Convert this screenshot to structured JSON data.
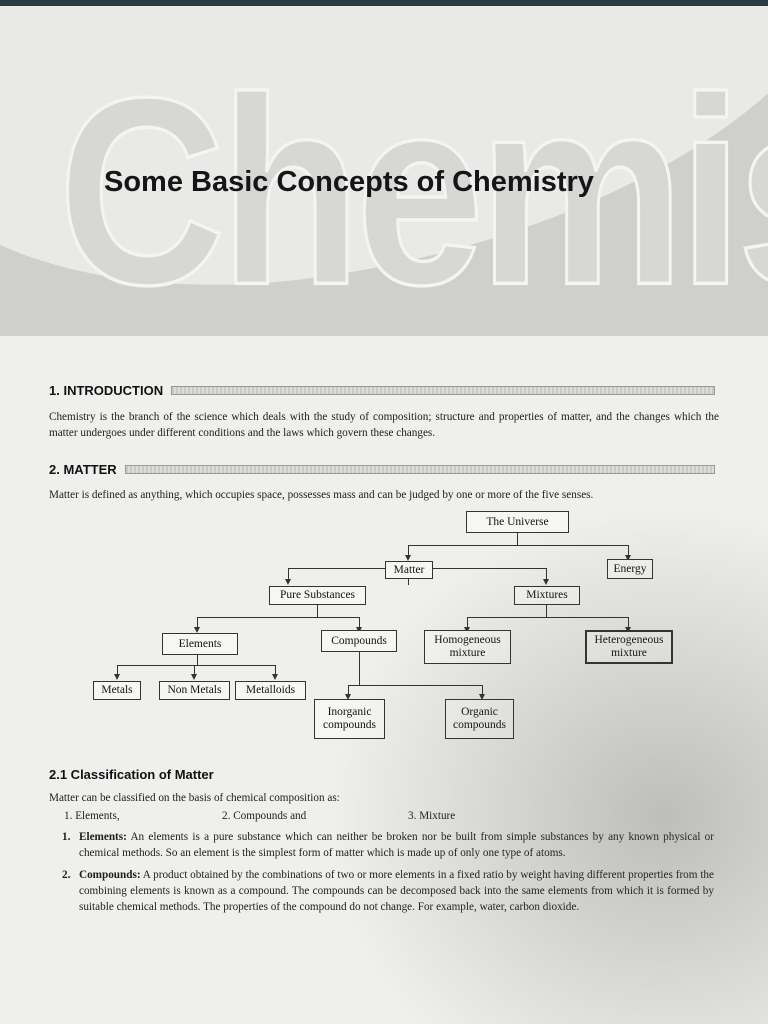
{
  "header": {
    "big_word": "Chemistry",
    "chapter_title": "Some Basic Concepts of Chemistry"
  },
  "introduction": {
    "heading": "1. INTRODUCTION",
    "text": "Chemistry is the branch of the science which deals with the study of composition; structure and properties of matter, and the changes which the matter undergoes under different conditions and the laws which govern these changes."
  },
  "matter": {
    "heading": "2. MATTER",
    "text": "Matter is defined as anything, which occupies space, possesses mass and can be judged by one or more of the five senses."
  },
  "diagram": {
    "universe": "The Universe",
    "matter": "Matter",
    "energy": "Energy",
    "pure_substances": "Pure Substances",
    "mixtures": "Mixtures",
    "elements": "Elements",
    "compounds": "Compounds",
    "homogeneous_1": "Homogeneous",
    "homogeneous_2": "mixture",
    "heterogeneous_1": "Heterogeneous",
    "heterogeneous_2": "mixture",
    "metals": "Metals",
    "non_metals": "Non Metals",
    "metalloids": "Metalloids",
    "inorganic_1": "Inorganic",
    "inorganic_2": "compounds",
    "organic_1": "Organic",
    "organic_2": "compounds"
  },
  "classification": {
    "heading": "2.1 Classification of Matter",
    "intro": "Matter can be classified on the basis of chemical composition as:",
    "options": [
      "1. Elements,",
      "2. Compounds and",
      "3. Mixture"
    ],
    "items": [
      {
        "num": "1.",
        "term": "Elements:",
        "text": " An elements is a pure substance which can neither be broken nor be built from simple substances by any known physical or chemical methods. So an element is the simplest form of matter which is made up of only one type of atoms."
      },
      {
        "num": "2.",
        "term": "Compounds:",
        "text": " A product obtained by the combinations of two or more elements in a fixed ratio by weight having different properties from the combining elements is known as a compound. The compounds can be decomposed back into the same elements from which it is formed by suitable chemical methods. The properties of the compound do not change. For example, water, carbon dioxide."
      }
    ]
  }
}
